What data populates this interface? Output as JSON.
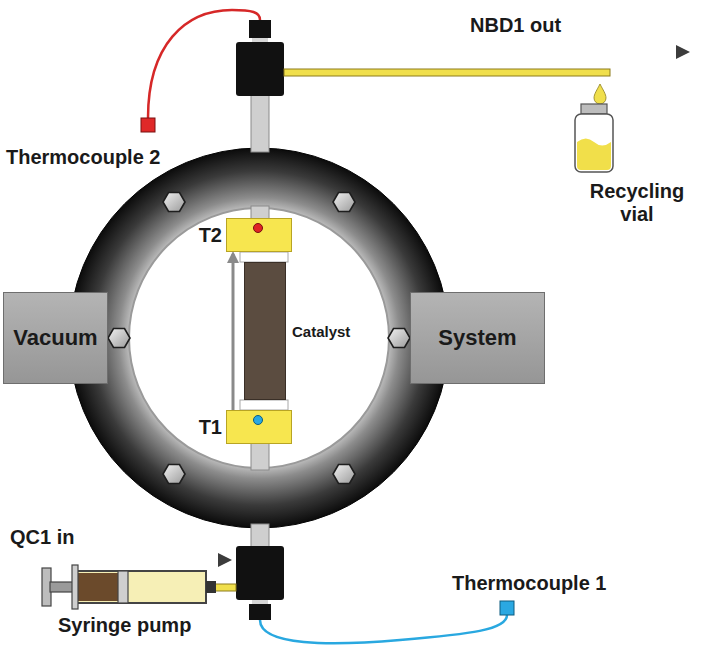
{
  "diagram": {
    "nodes": [
      {
        "text": [
          "T2"
        ]
      },
      {
        "text": [
          "Vacuum"
        ]
      },
      {
        "text": [
          "Catalyst"
        ]
      },
      {
        "text": [
          "System"
        ]
      },
      {
        "text": [
          "T1"
        ]
      }
    ],
    "edges": [
      {
        "from": 4,
        "to": 0,
        "arrow": "to"
      }
    ],
    "labels": [
      "NBD1 out",
      "Thermocouple 2",
      "Recycling vial",
      "QC1 in",
      "Thermocouple 1",
      "Syringe pump"
    ]
  }
}
